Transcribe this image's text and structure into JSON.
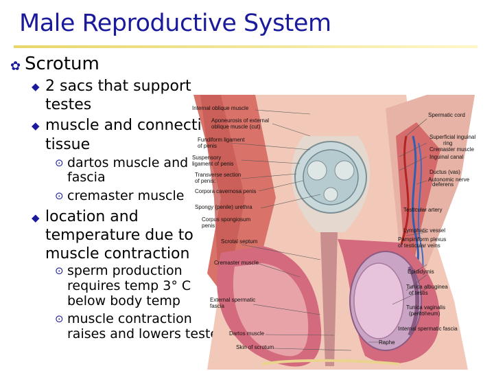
{
  "slide": {
    "title": "Male Reproductive System",
    "level1": "Scrotum",
    "items": [
      {
        "line1": "2 sacs that support",
        "line2": "testes"
      },
      {
        "line1": "muscle and connective",
        "line2": "tissue"
      },
      {
        "line1": "location and",
        "line2": "temperature due to",
        "line3": "muscle contraction"
      }
    ],
    "sub_tissue": [
      {
        "line1": "dartos muscle and",
        "line2": "fascia"
      },
      {
        "line1": "cremaster muscle"
      }
    ],
    "sub_location": [
      {
        "line1": "sperm production",
        "line2": "requires temp 3° C",
        "line3": "below body temp"
      },
      {
        "line1": "muscle contraction",
        "line2": "raises and lowers testes"
      }
    ]
  },
  "figure": {
    "labels": {
      "internal_oblique": "Internal oblique muscle",
      "aponeurosis_1": "Aponeurosis of external",
      "aponeurosis_2": "oblique muscle (cut)",
      "fundiform_1": "Fundiform ligament",
      "fundiform_2": "of penis",
      "suspensory_1": "Suspensory",
      "suspensory_2": "ligament of penis",
      "transverse_1": "Transverse section",
      "transverse_2": "of penis:",
      "cavernosa": "Corpora cavernosa penis",
      "spongy": "Spongy (penile) urethra",
      "spongiosum_1": "Corpus spongiosum",
      "spongiosum_2": "penis",
      "scrotal_septum": "Scrotal septum",
      "cremaster": "Cremaster muscle",
      "ext_spermatic_1": "External spermatic",
      "ext_spermatic_2": "fascia",
      "dartos": "Dartos muscle",
      "skin": "Skin of scrotum",
      "spermatic_cord": "Spermatic cord",
      "superficial_ring_1": "Superficial inguinal",
      "superficial_ring_2": "ring",
      "cremaster_r": "Cremaster muscle",
      "inguinal_canal": "Inguinal canal",
      "autonomic": "Autonomic nerve",
      "ductus_1": "Ductus (vas)",
      "ductus_2": "deferens",
      "testicular_artery": "Testicular artery",
      "lymphatic": "Lymphatic vessel",
      "pampiniform_1": "Pampiniform plexus",
      "pampiniform_2": "of testicular veins",
      "epididymis": "Epididymis",
      "albuginea_1": "Tunica albuginea",
      "albuginea_2": "of testis",
      "vaginalis_1": "Tunica vaginalis",
      "vaginalis_2": "(peritoneum)",
      "int_spermatic": "Internal spermatic fascia",
      "raphe": "Raphe"
    }
  },
  "colors": {
    "title": "#1a1a9c",
    "bullet_marker": "#1a1a9c",
    "rule": "#e8d66a"
  },
  "icons": {
    "level1_marker": "flourish-bullet-icon",
    "level2_marker": "diamond-bullet-icon",
    "level3_marker": "circle-dot-bullet-icon"
  }
}
